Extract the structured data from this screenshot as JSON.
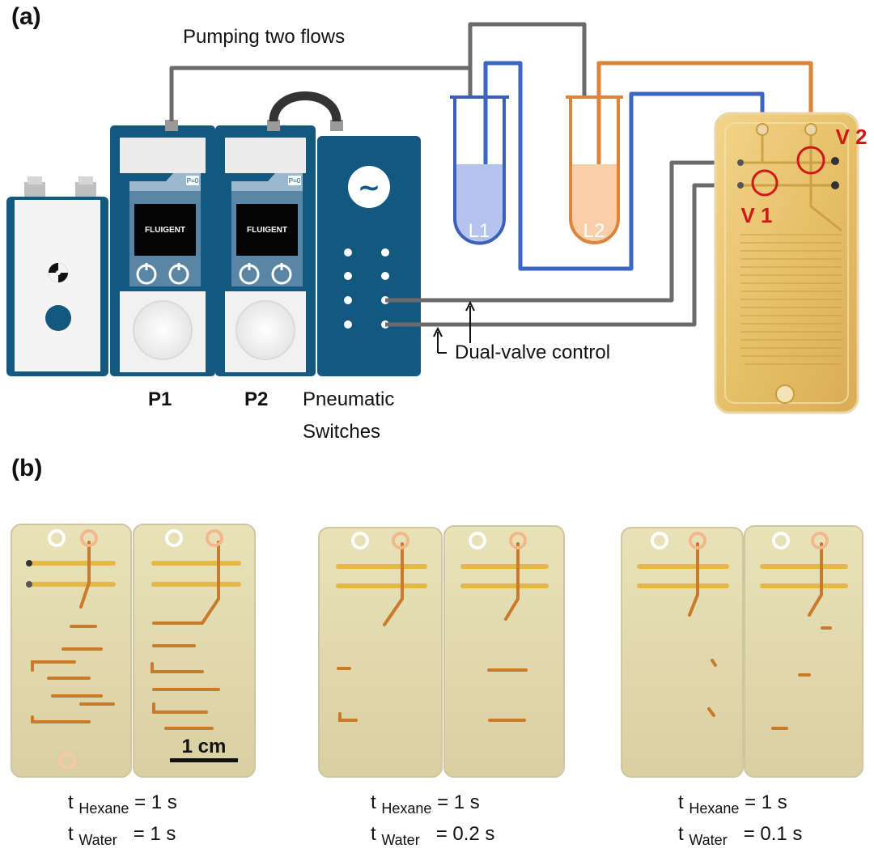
{
  "panel_a": {
    "label": "(a)",
    "pumping_label": "Pumping two flows",
    "dual_valve_label": "Dual-valve control",
    "p1_label": "P1",
    "p2_label": "P2",
    "switches_line1": "Pneumatic",
    "switches_line2": "Switches",
    "brand": "FLUIGENT",
    "screen_badge": "P=0",
    "reservoir_1": "L1",
    "reservoir_2": "L2",
    "valve_1": "V 1",
    "valve_2": "V 2",
    "switch_symbol": "~",
    "colors": {
      "device_blue": "#13587f",
      "flow_blue": "#3c66c4",
      "flow_orange": "#de843a",
      "valve_red": "#d01818",
      "tubing_gray": "#6b6b6b"
    }
  },
  "panel_b": {
    "label": "(b)",
    "scale_bar": "1 cm",
    "conditions": [
      {
        "hexane_sub": "Hexane",
        "hexane_value": "= 1 s",
        "water_sub": "Water",
        "water_value": "= 1 s"
      },
      {
        "hexane_sub": "Hexane",
        "hexane_value": "= 1 s",
        "water_sub": "Water",
        "water_value": "= 0.2 s"
      },
      {
        "hexane_sub": "Hexane",
        "hexane_value": "= 1 s",
        "water_sub": "Water",
        "water_value": "= 0.1 s"
      }
    ]
  }
}
